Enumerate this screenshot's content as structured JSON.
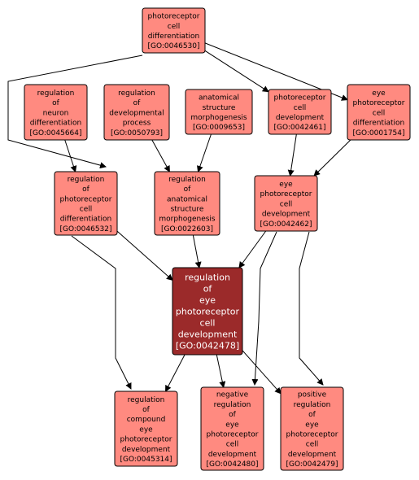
{
  "nodes": [
    {
      "id": "n0046530",
      "lines": [
        "photoreceptor",
        "cell",
        "differentiation",
        "[GO:0046530]"
      ],
      "focus": false
    },
    {
      "id": "n0045664",
      "lines": [
        "regulation",
        "of",
        "neuron",
        "differentiation",
        "[GO:0045664]"
      ],
      "focus": false
    },
    {
      "id": "n0050793",
      "lines": [
        "regulation",
        "of",
        "developmental",
        "process",
        "[GO:0050793]"
      ],
      "focus": false
    },
    {
      "id": "n0009653",
      "lines": [
        "anatomical",
        "structure",
        "morphogenesis",
        "[GO:0009653]"
      ],
      "focus": false
    },
    {
      "id": "n0042461",
      "lines": [
        "photoreceptor",
        "cell",
        "development",
        "[GO:0042461]"
      ],
      "focus": false
    },
    {
      "id": "n0001754",
      "lines": [
        "eye",
        "photoreceptor",
        "cell",
        "differentiation",
        "[GO:0001754]"
      ],
      "focus": false
    },
    {
      "id": "n0046532",
      "lines": [
        "regulation",
        "of",
        "photoreceptor",
        "cell",
        "differentiation",
        "[GO:0046532]"
      ],
      "focus": false
    },
    {
      "id": "n0022603",
      "lines": [
        "regulation",
        "of",
        "anatomical",
        "structure",
        "morphogenesis",
        "[GO:0022603]"
      ],
      "focus": false
    },
    {
      "id": "n0042462",
      "lines": [
        "eye",
        "photoreceptor",
        "cell",
        "development",
        "[GO:0042462]"
      ],
      "focus": false
    },
    {
      "id": "n0042478",
      "lines": [
        "regulation",
        "of",
        "eye",
        "photoreceptor",
        "cell",
        "development",
        "[GO:0042478]"
      ],
      "focus": true
    },
    {
      "id": "n0045314",
      "lines": [
        "regulation",
        "of",
        "compound",
        "eye",
        "photoreceptor",
        "development",
        "[GO:0045314]"
      ],
      "focus": false
    },
    {
      "id": "n0042480",
      "lines": [
        "negative",
        "regulation",
        "of",
        "eye",
        "photoreceptor",
        "cell",
        "development",
        "[GO:0042480]"
      ],
      "focus": false
    },
    {
      "id": "n0042479",
      "lines": [
        "positive",
        "regulation",
        "of",
        "eye",
        "photoreceptor",
        "cell",
        "development",
        "[GO:0042479]"
      ],
      "focus": false
    }
  ],
  "edges": [
    {
      "from": "n0046530",
      "to": "n0046532"
    },
    {
      "from": "n0046530",
      "to": "n0042461"
    },
    {
      "from": "n0046530",
      "to": "n0001754"
    },
    {
      "from": "n0045664",
      "to": "n0046532"
    },
    {
      "from": "n0050793",
      "to": "n0022603"
    },
    {
      "from": "n0009653",
      "to": "n0022603"
    },
    {
      "from": "n0042461",
      "to": "n0042462"
    },
    {
      "from": "n0001754",
      "to": "n0042462"
    },
    {
      "from": "n0046532",
      "to": "n0042478"
    },
    {
      "from": "n0022603",
      "to": "n0042478"
    },
    {
      "from": "n0042462",
      "to": "n0042478"
    },
    {
      "from": "n0046532",
      "to": "n0045314"
    },
    {
      "from": "n0042462",
      "to": "n0042480"
    },
    {
      "from": "n0042462",
      "to": "n0042479"
    },
    {
      "from": "n0042478",
      "to": "n0045314"
    },
    {
      "from": "n0042478",
      "to": "n0042480"
    },
    {
      "from": "n0042478",
      "to": "n0042479"
    }
  ],
  "colors": {
    "node_fill": "#ff8a80",
    "focus_fill": "#9b2a2a",
    "edge": "#000000",
    "focus_text": "#ffffff"
  }
}
